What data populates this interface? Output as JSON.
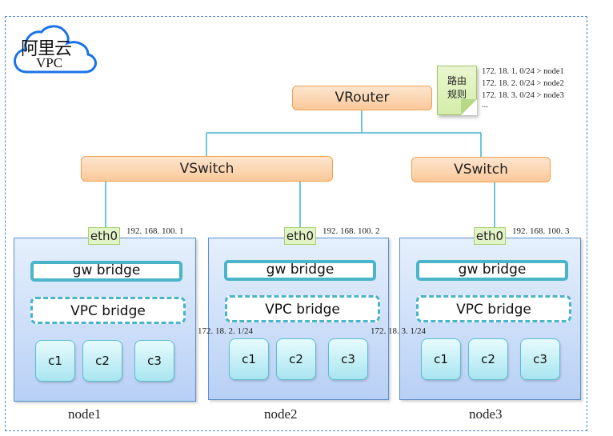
{
  "cloud": {
    "title": "阿里云",
    "subtitle": "VPC",
    "icon": "cloud-icon"
  },
  "router": {
    "label": "VRouter"
  },
  "route_table": {
    "note_label_line1": "路由",
    "note_label_line2": "规则",
    "rules": [
      "172. 18. 1. 0/24 > node1",
      "172. 18. 2. 0/24 > node2",
      "172. 18. 3. 0/24 > node3",
      "..."
    ]
  },
  "switches": [
    {
      "label": "VSwitch"
    },
    {
      "label": "VSwitch"
    }
  ],
  "nodes": [
    {
      "name": "node1",
      "eth": "eth0",
      "eth_ip": "192. 168. 100. 1",
      "gw_bridge": "gw bridge",
      "vpc_bridge": "VPC bridge",
      "subnet": "",
      "containers": [
        "c1",
        "c2",
        "c3"
      ]
    },
    {
      "name": "node2",
      "eth": "eth0",
      "eth_ip": "192. 168. 100. 2",
      "gw_bridge": "gw bridge",
      "vpc_bridge": "VPC bridge",
      "subnet": "172. 18. 2. 1/24",
      "containers": [
        "c1",
        "c2",
        "c3"
      ]
    },
    {
      "name": "node3",
      "eth": "eth0",
      "eth_ip": "192. 168. 100. 3",
      "gw_bridge": "gw bridge",
      "vpc_bridge": "VPC bridge",
      "subnet": "172. 18. 3. 1/24",
      "containers": [
        "c1",
        "c2",
        "c3"
      ]
    }
  ],
  "colors": {
    "link_cyan": "#3fb3c9",
    "veth_red": "#c9506a",
    "frame_blue": "#4a86c5",
    "cloud_blue": "#1a73e8"
  }
}
